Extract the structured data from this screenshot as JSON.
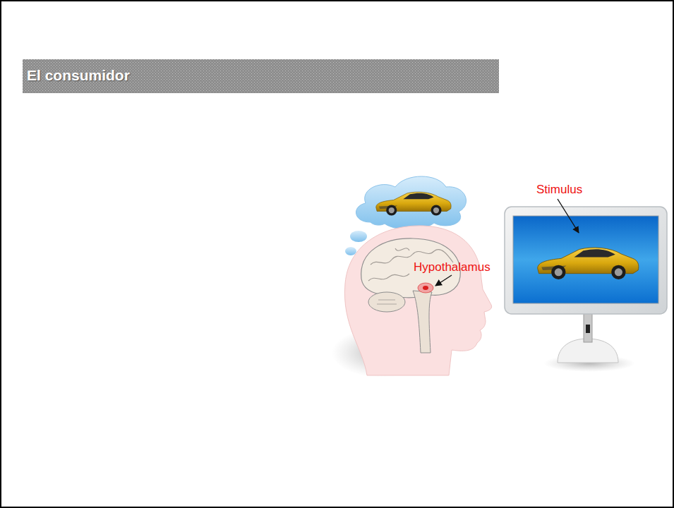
{
  "diagram": {
    "title": "El consumidor",
    "labels": [
      "Hypothalamus",
      "Stimulus"
    ]
  }
}
